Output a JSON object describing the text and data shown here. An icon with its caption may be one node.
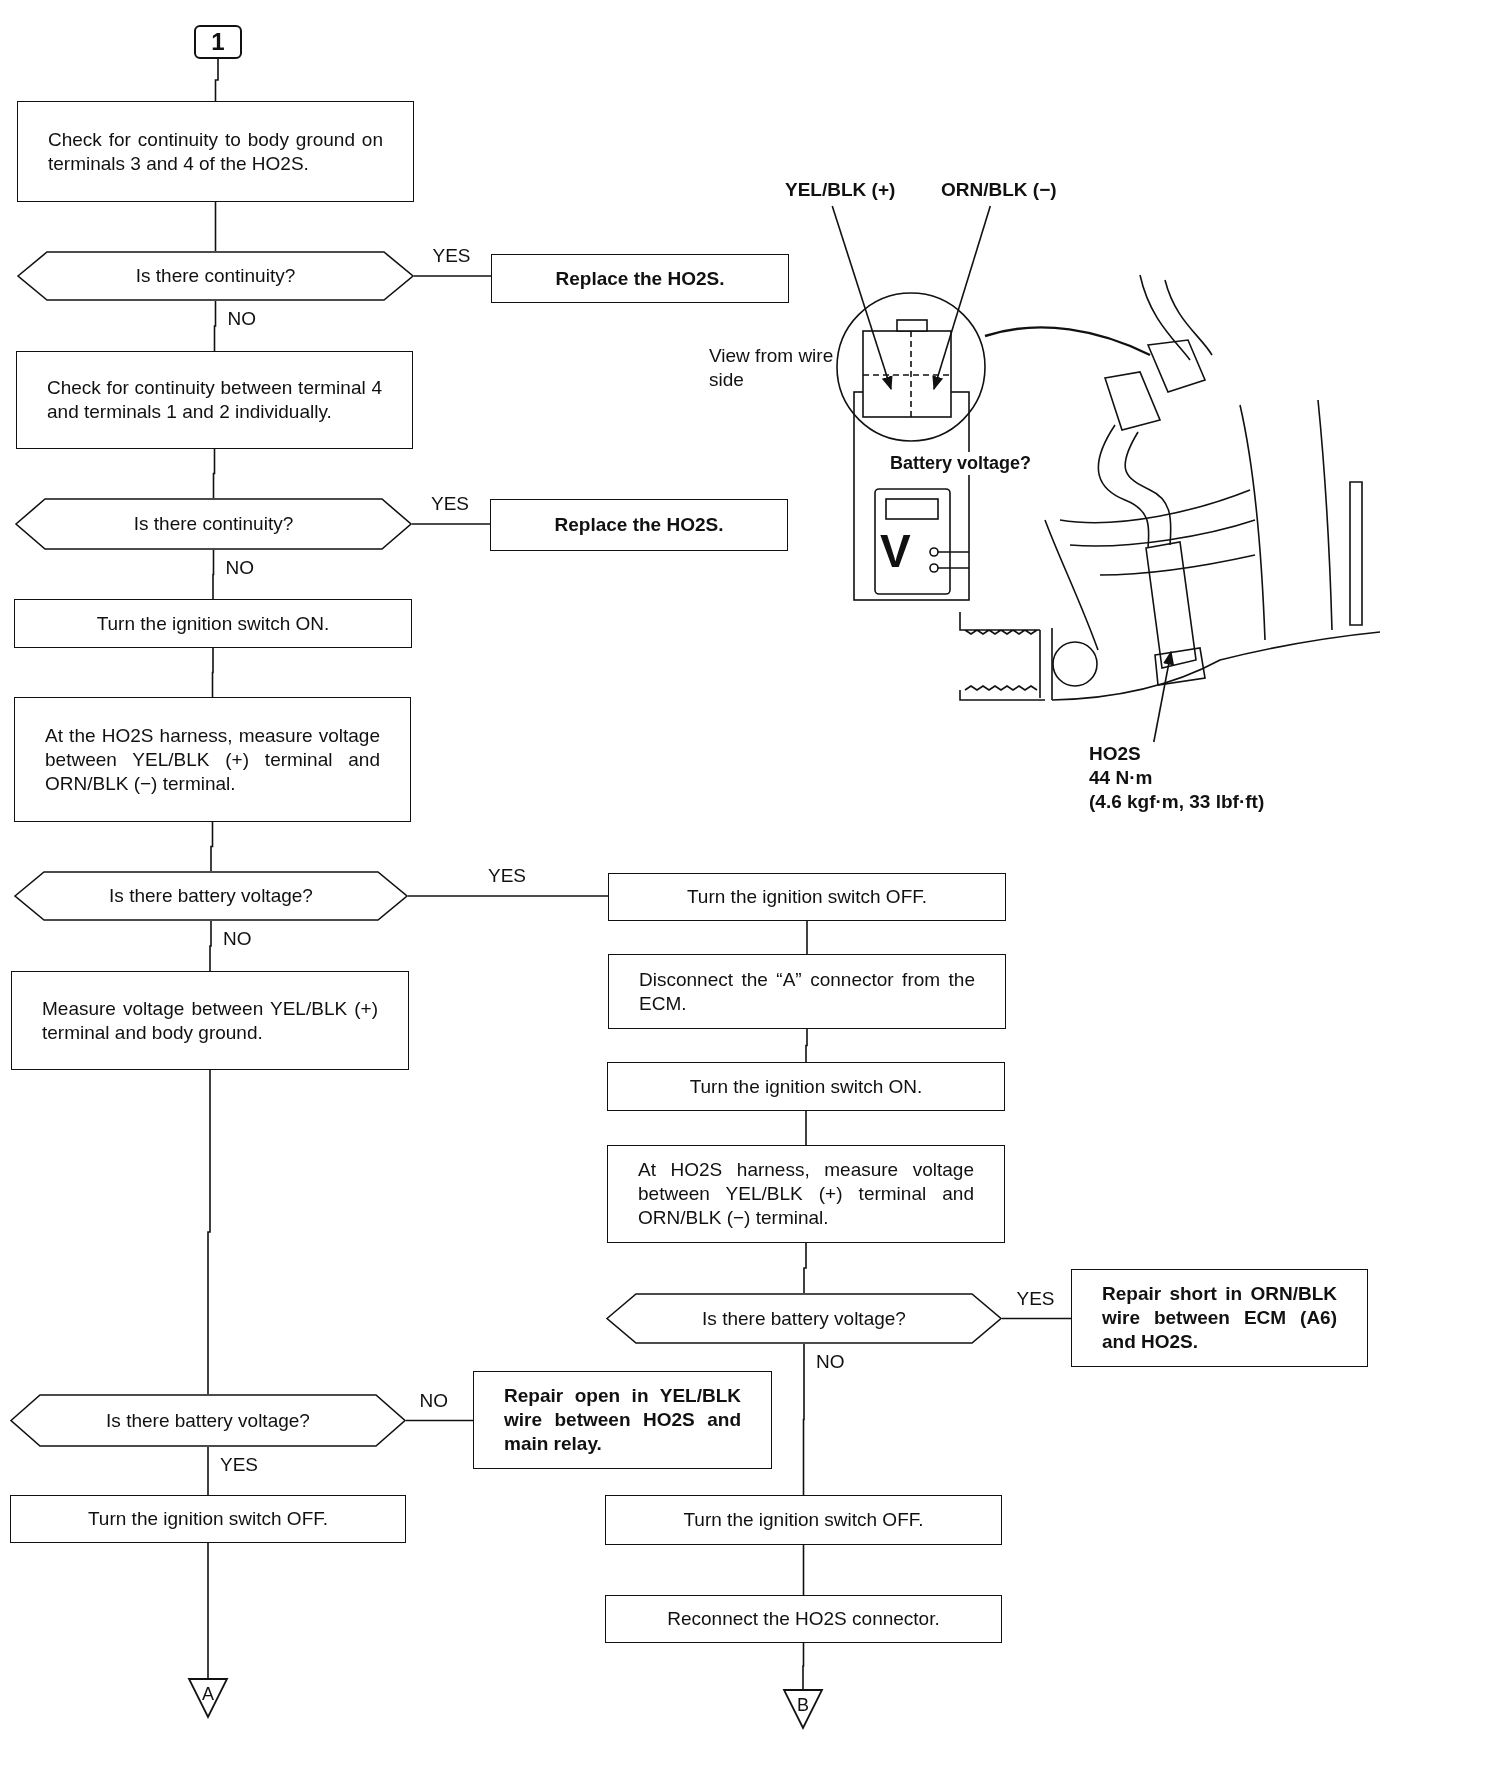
{
  "diagram": {
    "nodes": [
      {
        "text": [
          "1"
        ]
      },
      {
        "text": [
          "Check for continuity to body ground on terminals 3 and 4 of the HO2S."
        ]
      },
      {
        "text": [
          "Is there continuity?"
        ]
      },
      {
        "text": [
          "Replace the HO2S."
        ]
      },
      {
        "text": [
          "Check for continuity between terminal 4 and terminals 1 and 2 individually."
        ]
      },
      {
        "text": [
          "Is there continuity?"
        ]
      },
      {
        "text": [
          "Replace the HO2S."
        ]
      },
      {
        "text": [
          "Turn the ignition switch ON."
        ]
      },
      {
        "text": [
          "At the HO2S harness, measure voltage between YEL/BLK (+) terminal and ORN/BLK (−) terminal."
        ]
      },
      {
        "text": [
          "Is there battery voltage?"
        ]
      },
      {
        "text": [
          "Turn the ignition switch OFF."
        ]
      },
      {
        "text": [
          "Measure voltage between YEL/BLK (+) terminal and body ground."
        ]
      },
      {
        "text": [
          "Disconnect the “A” connector from the ECM."
        ]
      },
      {
        "text": [
          "Turn the ignition switch ON."
        ]
      },
      {
        "text": [
          "At HO2S harness, measure voltage between YEL/BLK (+) terminal and ORN/BLK (−) terminal."
        ]
      },
      {
        "text": [
          "Is there battery voltage?"
        ]
      },
      {
        "text": [
          "Repair short in ORN/BLK wire between ECM (A6) and HO2S."
        ]
      },
      {
        "text": [
          "Is there battery voltage?"
        ]
      },
      {
        "text": [
          "Repair open in YEL/BLK wire between HO2S and main relay."
        ]
      },
      {
        "text": [
          "Turn the ignition switch OFF."
        ]
      },
      {
        "text": [
          "Turn the ignition switch OFF."
        ]
      },
      {
        "text": [
          "Reconnect the HO2S connector."
        ]
      },
      {
        "text": [
          "A"
        ]
      },
      {
        "text": [
          "B"
        ]
      },
      {
        "text": [
          "YEL/BLK (+)"
        ]
      },
      {
        "text": [
          "ORN/BLK (−)"
        ]
      },
      {
        "text": [
          "HO2S",
          "44 N·m",
          "(4.6 kgf·m, 33 lbf·ft)"
        ]
      }
    ],
    "edges": [
      {
        "from": 0,
        "to": 1,
        "arrow": "none"
      },
      {
        "from": 1,
        "to": 2,
        "arrow": "none"
      },
      {
        "from": 2,
        "to": 3,
        "arrow": "none",
        "label": "YES"
      },
      {
        "from": 2,
        "to": 4,
        "arrow": "none",
        "label": "NO"
      },
      {
        "from": 4,
        "to": 5,
        "arrow": "none"
      },
      {
        "from": 5,
        "to": 6,
        "arrow": "none",
        "label": "YES"
      },
      {
        "from": 5,
        "to": 7,
        "arrow": "none",
        "label": "NO"
      },
      {
        "from": 7,
        "to": 8,
        "arrow": "none"
      },
      {
        "from": 8,
        "to": 9,
        "arrow": "none"
      },
      {
        "from": 9,
        "to": 10,
        "arrow": "none",
        "label": "YES"
      },
      {
        "from": 9,
        "to": 11,
        "arrow": "none",
        "label": "NO"
      },
      {
        "from": 10,
        "to": 12,
        "arrow": "none"
      },
      {
        "from": 12,
        "to": 13,
        "arrow": "none"
      },
      {
        "from": 13,
        "to": 14,
        "arrow": "none"
      },
      {
        "from": 14,
        "to": 15,
        "arrow": "none"
      },
      {
        "from": 15,
        "to": 16,
        "arrow": "none",
        "label": "YES"
      },
      {
        "from": 15,
        "to": 20,
        "arrow": "none",
        "label": "NO"
      },
      {
        "from": 11,
        "to": 17,
        "arrow": "none"
      },
      {
        "from": 17,
        "to": 18,
        "arrow": "none",
        "label": "NO"
      },
      {
        "from": 17,
        "to": 19,
        "arrow": "none",
        "label": "YES"
      },
      {
        "from": 19,
        "to": 22,
        "arrow": "none"
      },
      {
        "from": 20,
        "to": 21,
        "arrow": "none"
      },
      {
        "from": 21,
        "to": 23,
        "arrow": "none"
      },
      {
        "from": 24,
        "to": null,
        "arrow": "to"
      },
      {
        "from": 25,
        "to": null,
        "arrow": "to"
      },
      {
        "from": 26,
        "to": null,
        "arrow": "to"
      }
    ],
    "labels": [
      "View from wire side",
      "Battery voltage?",
      "V"
    ]
  }
}
